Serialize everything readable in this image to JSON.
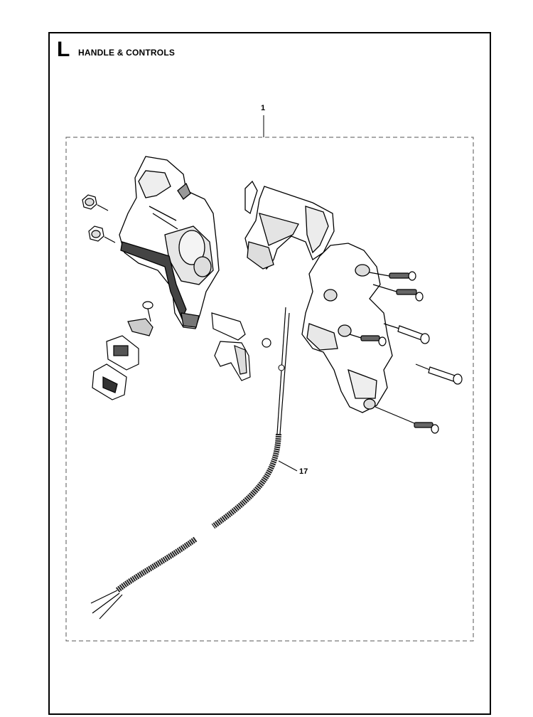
{
  "header": {
    "section_letter": "L",
    "section_title": "HANDLE & CONTROLS"
  },
  "callouts": {
    "assembly": "1",
    "cable": "17"
  },
  "colors": {
    "line": "#000000",
    "fill": "#ffffff",
    "shade": "#bdbdbd",
    "dark": "#3a3a3a"
  }
}
